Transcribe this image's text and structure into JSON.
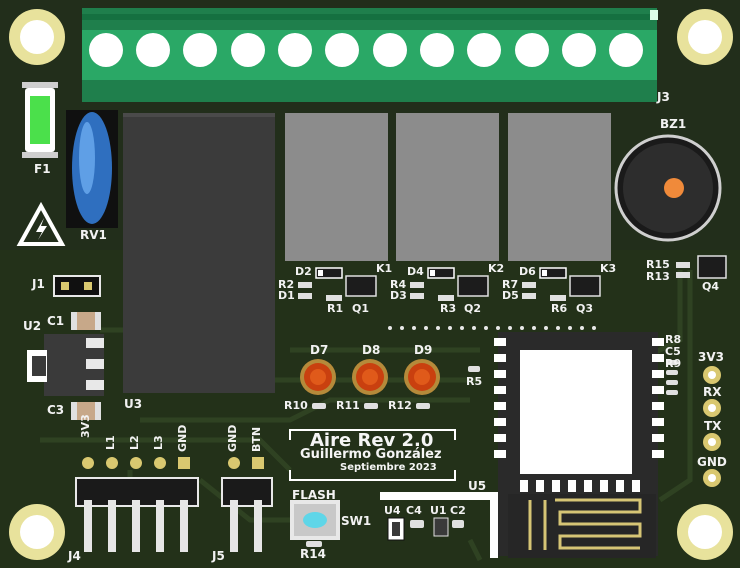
{
  "board": {
    "title": "Aire Rev 2.0",
    "author": "Guillermo González",
    "date": "Septiembre 2023"
  },
  "refs": {
    "J3": "J3",
    "BZ1": "BZ1",
    "F1": "F1",
    "RV1": "RV1",
    "J1": "J1",
    "U2": "U2",
    "C1": "C1",
    "C3": "C3",
    "U3": "U3",
    "J4": "J4",
    "J5": "J5",
    "D2": "D2",
    "R2": "R2",
    "D1": "D1",
    "K1": "K1",
    "R1": "R1",
    "Q1": "Q1",
    "D4": "D4",
    "R4": "R4",
    "D3": "D3",
    "K2": "K2",
    "R3": "R3",
    "Q2": "Q2",
    "D6": "D6",
    "R7": "R7",
    "D5": "D5",
    "K3": "K3",
    "R6": "R6",
    "Q3": "Q3",
    "R15": "R15",
    "R13": "R13",
    "Q4": "Q4",
    "D7": "D7",
    "D8": "D8",
    "D9": "D9",
    "R10": "R10",
    "R11": "R11",
    "R12": "R12",
    "R5": "R5",
    "R8": "R8",
    "C5": "C5",
    "R9": "R9",
    "U5": "U5",
    "SW1": "SW1",
    "R14": "R14",
    "U4": "U4",
    "C4": "C4",
    "U1": "U1",
    "C2": "C2"
  },
  "silk": {
    "flash": "FLASH",
    "j4_pins": [
      "3V3",
      "L1",
      "L2",
      "L3",
      "GND"
    ],
    "j5_pins": [
      "GND",
      "BTN"
    ],
    "header_pins": [
      "3V3",
      "RX",
      "TX",
      "GND"
    ]
  },
  "colors": {
    "pcb": "#233019",
    "pcb_dark": "#1c2614",
    "silkscreen": "#f2f2f2",
    "terminal": "#2aa866",
    "relay": "#8c8c8c",
    "gold": "#d9c870",
    "led": "#d04a10",
    "esp": "#2c2c2c"
  }
}
